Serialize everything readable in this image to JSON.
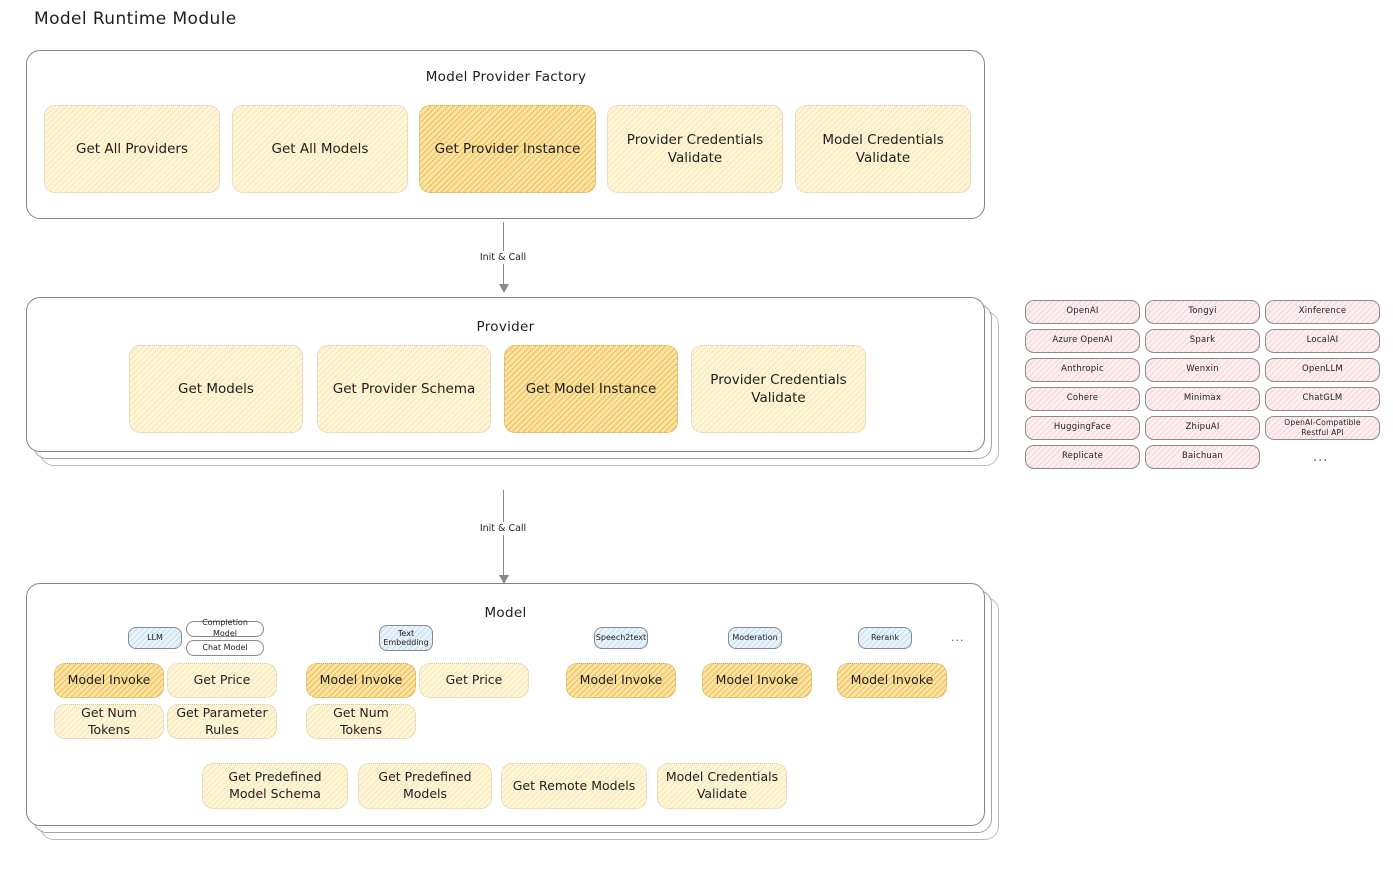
{
  "page": {
    "title": "Model Runtime Module"
  },
  "factory": {
    "title": "Model Provider Factory",
    "boxes": [
      {
        "label": "Get All Providers",
        "state": "normal"
      },
      {
        "label": "Get All Models",
        "state": "normal"
      },
      {
        "label": "Get Provider Instance",
        "state": "highlighted"
      },
      {
        "label": "Provider Credentials Validate",
        "state": "normal"
      },
      {
        "label": "Model Credentials Validate",
        "state": "normal"
      }
    ]
  },
  "arrow_factory_to_provider": {
    "label": "Init & Call"
  },
  "provider": {
    "title": "Provider",
    "boxes": [
      {
        "label": "Get Models",
        "state": "normal"
      },
      {
        "label": "Get Provider Schema",
        "state": "normal"
      },
      {
        "label": "Get Model Instance",
        "state": "highlighted"
      },
      {
        "label": "Provider Credentials Validate",
        "state": "normal"
      }
    ]
  },
  "arrow_provider_to_model": {
    "label": "Init & Call"
  },
  "provider_list": {
    "columns": [
      [
        "OpenAI",
        "Azure OpenAI",
        "Anthropic",
        "Cohere",
        "HuggingFace",
        "Replicate"
      ],
      [
        "Tongyi",
        "Spark",
        "Wenxin",
        "Minimax",
        "ZhipuAI",
        "Baichuan"
      ],
      [
        "Xinference",
        "LocalAI",
        "OpenLLM",
        "ChatGLM",
        "OpenAI-Compatible Restful API"
      ]
    ],
    "more": "..."
  },
  "model": {
    "title": "Model",
    "more": "...",
    "types": [
      {
        "name": "LLM",
        "sub": [
          "Completion Model",
          "Chat Model"
        ],
        "methods": [
          {
            "label": "Model Invoke",
            "state": "highlighted"
          },
          {
            "label": "Get Price",
            "state": "normal"
          },
          {
            "label": "Get Num Tokens",
            "state": "normal"
          },
          {
            "label": "Get Parameter Rules",
            "state": "normal"
          }
        ]
      },
      {
        "name": "Text Embedding",
        "sub": [],
        "methods": [
          {
            "label": "Model Invoke",
            "state": "highlighted"
          },
          {
            "label": "Get Price",
            "state": "normal"
          },
          {
            "label": "Get Num Tokens",
            "state": "normal"
          }
        ]
      },
      {
        "name": "Speech2text",
        "sub": [],
        "methods": [
          {
            "label": "Model Invoke",
            "state": "highlighted"
          }
        ]
      },
      {
        "name": "Moderation",
        "sub": [],
        "methods": [
          {
            "label": "Model Invoke",
            "state": "highlighted"
          }
        ]
      },
      {
        "name": "Rerank",
        "sub": [],
        "methods": [
          {
            "label": "Model Invoke",
            "state": "highlighted"
          }
        ]
      }
    ],
    "common_methods": [
      {
        "label": "Get Predefined Model Schema",
        "state": "normal"
      },
      {
        "label": "Get Predefined Models",
        "state": "normal"
      },
      {
        "label": "Get Remote Models",
        "state": "normal"
      },
      {
        "label": "Model Credentials Validate",
        "state": "normal"
      }
    ]
  },
  "colors": {
    "cream": "#fdf6da",
    "amber": "#fce4a6",
    "pink": "#fdeff0",
    "blue": "#eaf3fb",
    "stroke": "#868686",
    "text": "#1e1e1e"
  }
}
